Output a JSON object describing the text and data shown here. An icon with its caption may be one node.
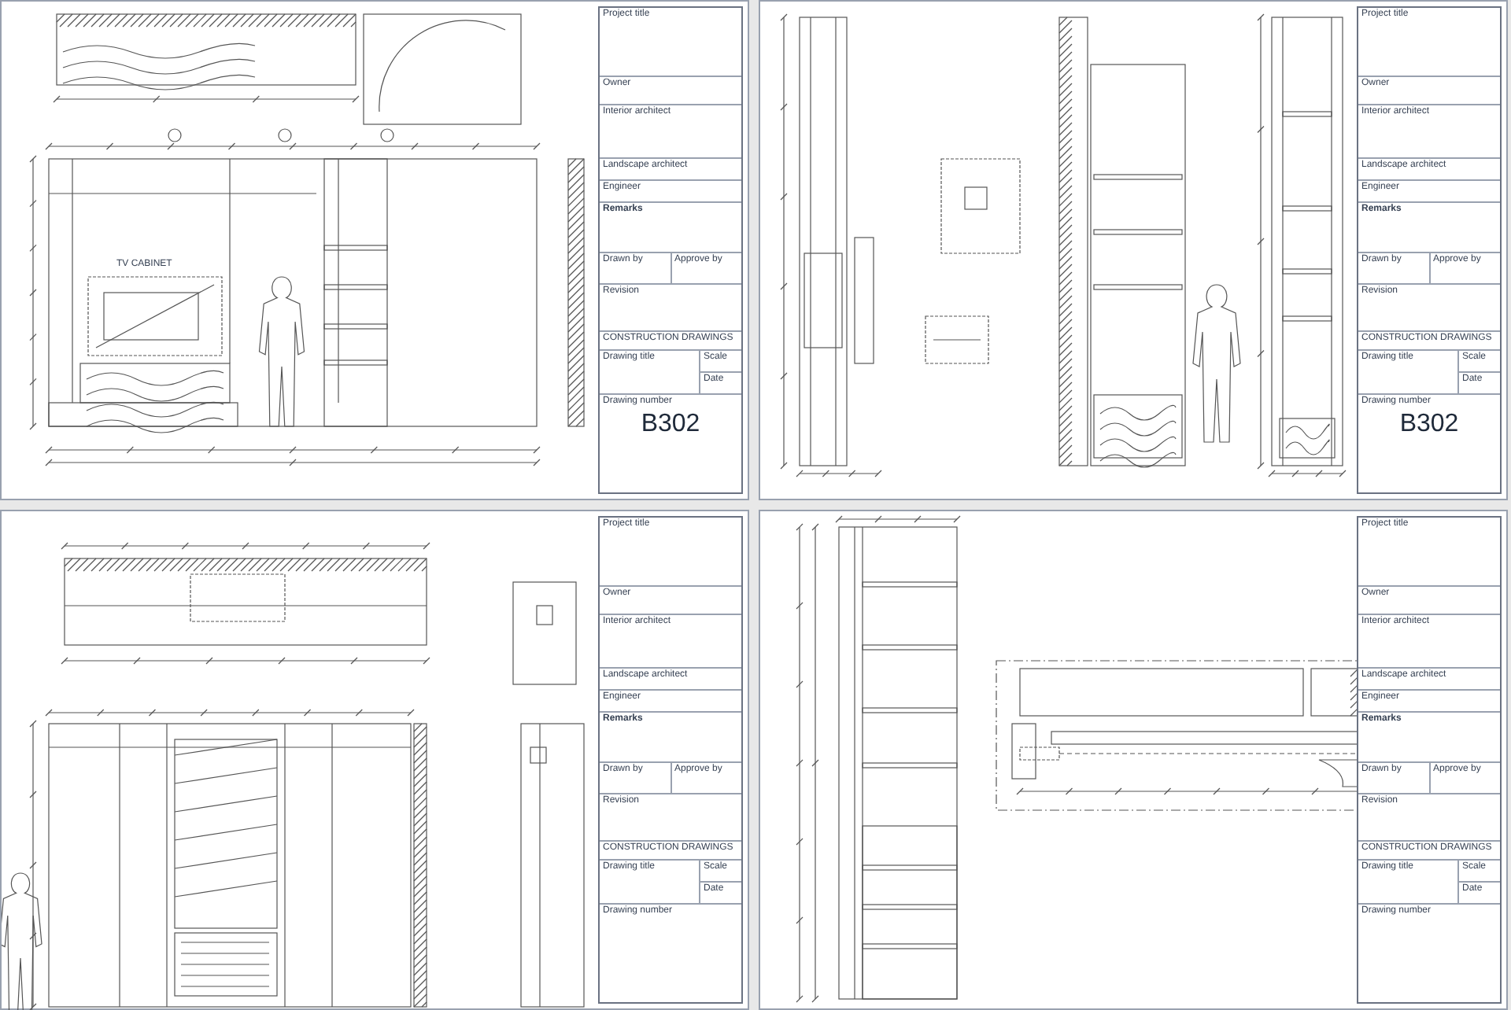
{
  "diagram": {
    "labels": [
      "TV CABINET",
      "Project title",
      "Owner",
      "Interior architect",
      "Landscape architect",
      "Engineer",
      "Remarks",
      "Drawn by",
      "Approve by",
      "Revision",
      "CONSTRUCTION DRAWINGS",
      "Drawing title",
      "Scale",
      "Date",
      "Drawing number",
      "B302",
      "Project title",
      "Owner",
      "Interior architect",
      "Landscape architect",
      "Engineer",
      "Remarks",
      "Drawn by",
      "Approve by",
      "Revision",
      "CONSTRUCTION DRAWINGS",
      "Drawing title",
      "Scale",
      "Date",
      "Drawing number",
      "B302",
      "Project title",
      "Owner",
      "Interior architect",
      "Landscape architect",
      "Engineer",
      "Remarks",
      "Drawn by",
      "Approve by",
      "Revision",
      "CONSTRUCTION DRAWINGS",
      "Drawing title",
      "Scale",
      "Date",
      "Drawing number",
      "Project title",
      "Owner",
      "Interior architect",
      "Landscape architect",
      "Engineer",
      "Remarks",
      "Drawn by",
      "Approve by",
      "Revision",
      "CONSTRUCTION DRAWINGS",
      "Drawing title",
      "Scale",
      "Date",
      "Drawing number"
    ]
  }
}
